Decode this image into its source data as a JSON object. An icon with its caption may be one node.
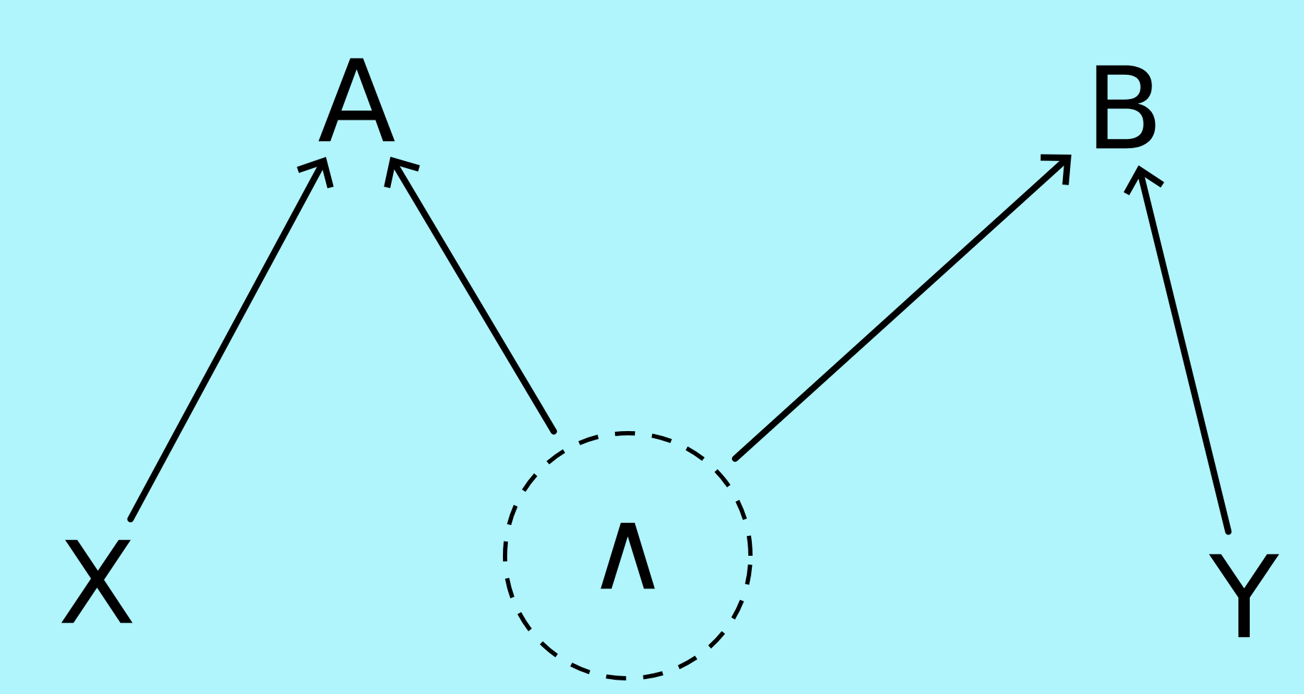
{
  "diagram": {
    "nodes": [
      {
        "text": [
          "A"
        ]
      },
      {
        "text": [
          "B"
        ]
      },
      {
        "text": [
          "X"
        ]
      },
      {
        "text": [
          "∧"
        ]
      },
      {
        "text": [
          "Y"
        ]
      }
    ],
    "edges": [
      {
        "from": 2,
        "to": 0,
        "arrow": "to"
      },
      {
        "from": 3,
        "to": 0,
        "arrow": "to"
      },
      {
        "from": 3,
        "to": 1,
        "arrow": "to"
      },
      {
        "from": 4,
        "to": 1,
        "arrow": "to"
      }
    ]
  }
}
